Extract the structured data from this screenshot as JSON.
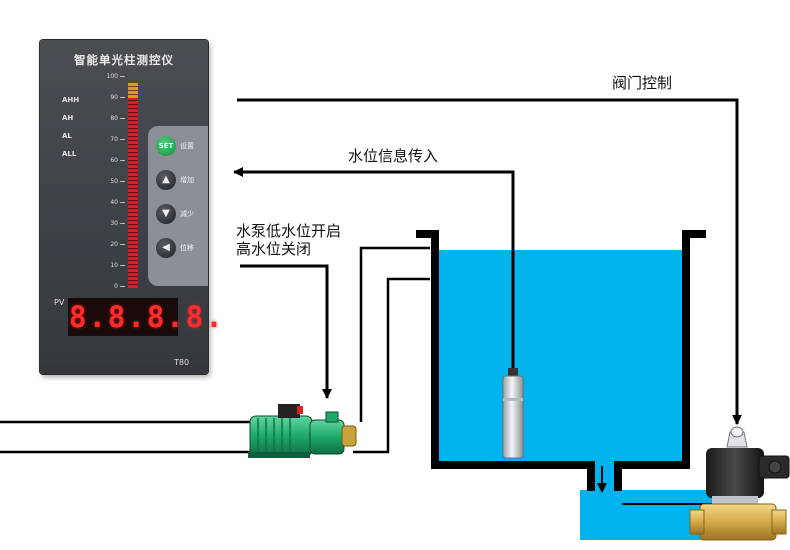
{
  "labels": {
    "valve_control": "阀门控制",
    "level_info_input": "水位信息传入",
    "pump_line1": "水泵低水位开启",
    "pump_line2": "高水位关闭"
  },
  "controller": {
    "title": "智能单光柱测控仪",
    "alarms": [
      "AHH",
      "AH",
      "AL",
      "ALL"
    ],
    "scale_ticks": [
      "100",
      "90",
      "80",
      "70",
      "60",
      "50",
      "40",
      "30",
      "20",
      "10",
      "0"
    ],
    "bargraph_level_percent": 92,
    "keys": [
      {
        "glyph": "SET",
        "label": "设置"
      },
      {
        "glyph": "▲",
        "label": "增加"
      },
      {
        "glyph": "▼",
        "label": "减少"
      },
      {
        "glyph": "◀",
        "label": "位移"
      }
    ],
    "pv_label": "PV",
    "display_value": "8.8.8.8.",
    "model": "T80"
  },
  "colors": {
    "water": "#00b3ec",
    "line": "#000000",
    "bar_red": "#e3162b",
    "keypad": "#8b9096"
  },
  "icons": {
    "pump": "water-pump-icon",
    "sensor": "level-sensor-probe-icon",
    "valve": "solenoid-valve-icon"
  }
}
